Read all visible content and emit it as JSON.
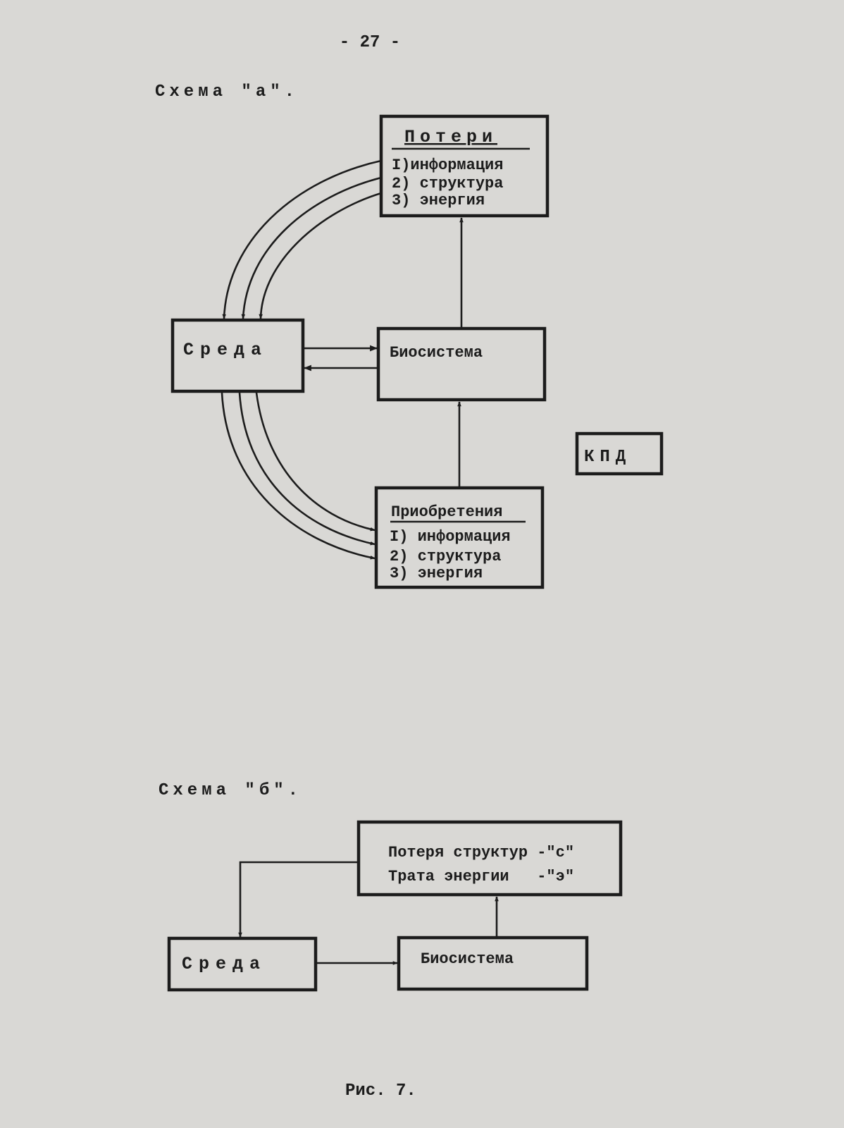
{
  "page": {
    "number": "- 27 -",
    "figure_caption": "Рис. 7."
  },
  "scheme_a": {
    "title": "Схема \"а\".",
    "losses": {
      "title": "Потери",
      "items": [
        "I)информация",
        "2) структура",
        "3) энергия"
      ]
    },
    "environment": "Среда",
    "biosystem": "Биосистема",
    "gains": {
      "title": "Приобретения",
      "items": [
        "I) информация",
        "2) структура",
        "3) энергия"
      ]
    },
    "efficiency": "КПД"
  },
  "scheme_b": {
    "title": "Схема \"б\".",
    "losses": {
      "line1": "Потеря структур -\"с\"",
      "line2": "Трата энергии   -\"э\""
    },
    "environment": "Среда",
    "biosystem": "Биосистема"
  }
}
